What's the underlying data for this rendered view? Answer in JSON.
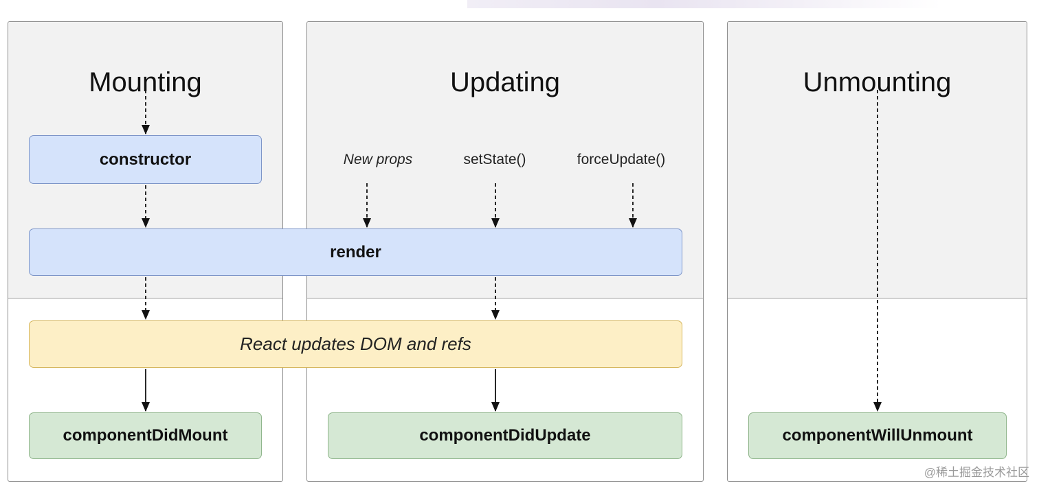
{
  "phases": {
    "mounting": "Mounting",
    "updating": "Updating",
    "unmounting": "Unmounting"
  },
  "methods": {
    "constructor": "constructor",
    "render": "render",
    "react_updates": "React updates DOM and refs",
    "component_did_mount": "componentDidMount",
    "component_did_update": "componentDidUpdate",
    "component_will_unmount": "componentWillUnmount"
  },
  "triggers": {
    "new_props": "New props",
    "set_state": "setState()",
    "force_update": "forceUpdate()"
  },
  "watermark": "@稀土掘金技术社区",
  "colors": {
    "render_phase_bg": "#f2f2f2",
    "blue_box": "#d5e3fb",
    "yellow_box": "#fdefc6",
    "green_box": "#d5e8d4"
  }
}
